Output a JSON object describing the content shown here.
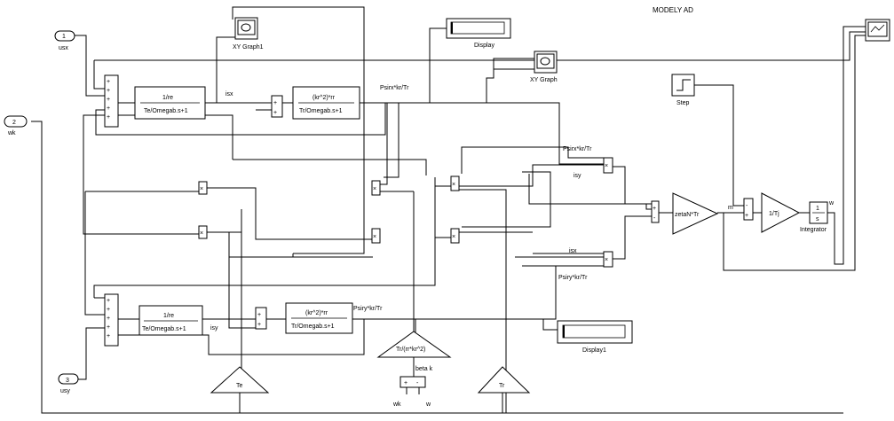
{
  "model_title": "MODELY AD",
  "inports": {
    "usx": {
      "number": "1",
      "label": "usx"
    },
    "wk": {
      "number": "2",
      "label": "wk"
    },
    "usy": {
      "number": "3",
      "label": "usy"
    }
  },
  "scopes": {
    "xy_graph1": "XY Graph1",
    "xy_graph": "XY Graph",
    "display": "Display",
    "display1": "Display1",
    "scope_right": ""
  },
  "blocks": {
    "tf_isx_num": "1/re",
    "tf_isx_den": "Te/Omegab.s+1",
    "tf_psirx_num": "(kr^2)*rr",
    "tf_psirx_den": "Tr/Omegab.s+1",
    "tf_isy_num": "1/re",
    "tf_isy_den": "Te/Omegab.s+1",
    "tf_psiry_num": "(kr^2)*rr",
    "tf_psiry_den": "Tr/Omegab.s+1",
    "gain_zeta": "zetaN*Tr",
    "gain_tj": "1/Tj",
    "integrator_num": "1",
    "integrator_den": "s",
    "integrator_label": "Integrator",
    "step_label": "Step",
    "gain_te": "Te",
    "gain_tr": "Tr",
    "gain_tr_rr": "Tr/(rr*kr^2)",
    "betak_label": "beta k"
  },
  "signals": {
    "isx_top": "isx",
    "isy_bottom": "isy",
    "psirx_kr_tr": "Psirx*kr/Tr",
    "psirx_kr_tr_2": "Psirx*kr/Tr",
    "psiry_kr_tr": "Psiry*kr/Tr",
    "psiry_kr_tr_2": "Psiry*kr/Tr",
    "isy_mid": "isy",
    "isx_mid": "isx",
    "m": "m",
    "w_out": "w",
    "wk_bottom": "wk",
    "w_bottom": "w"
  },
  "sum_signs": {
    "plus": "+",
    "minus": "-",
    "times": "×"
  }
}
